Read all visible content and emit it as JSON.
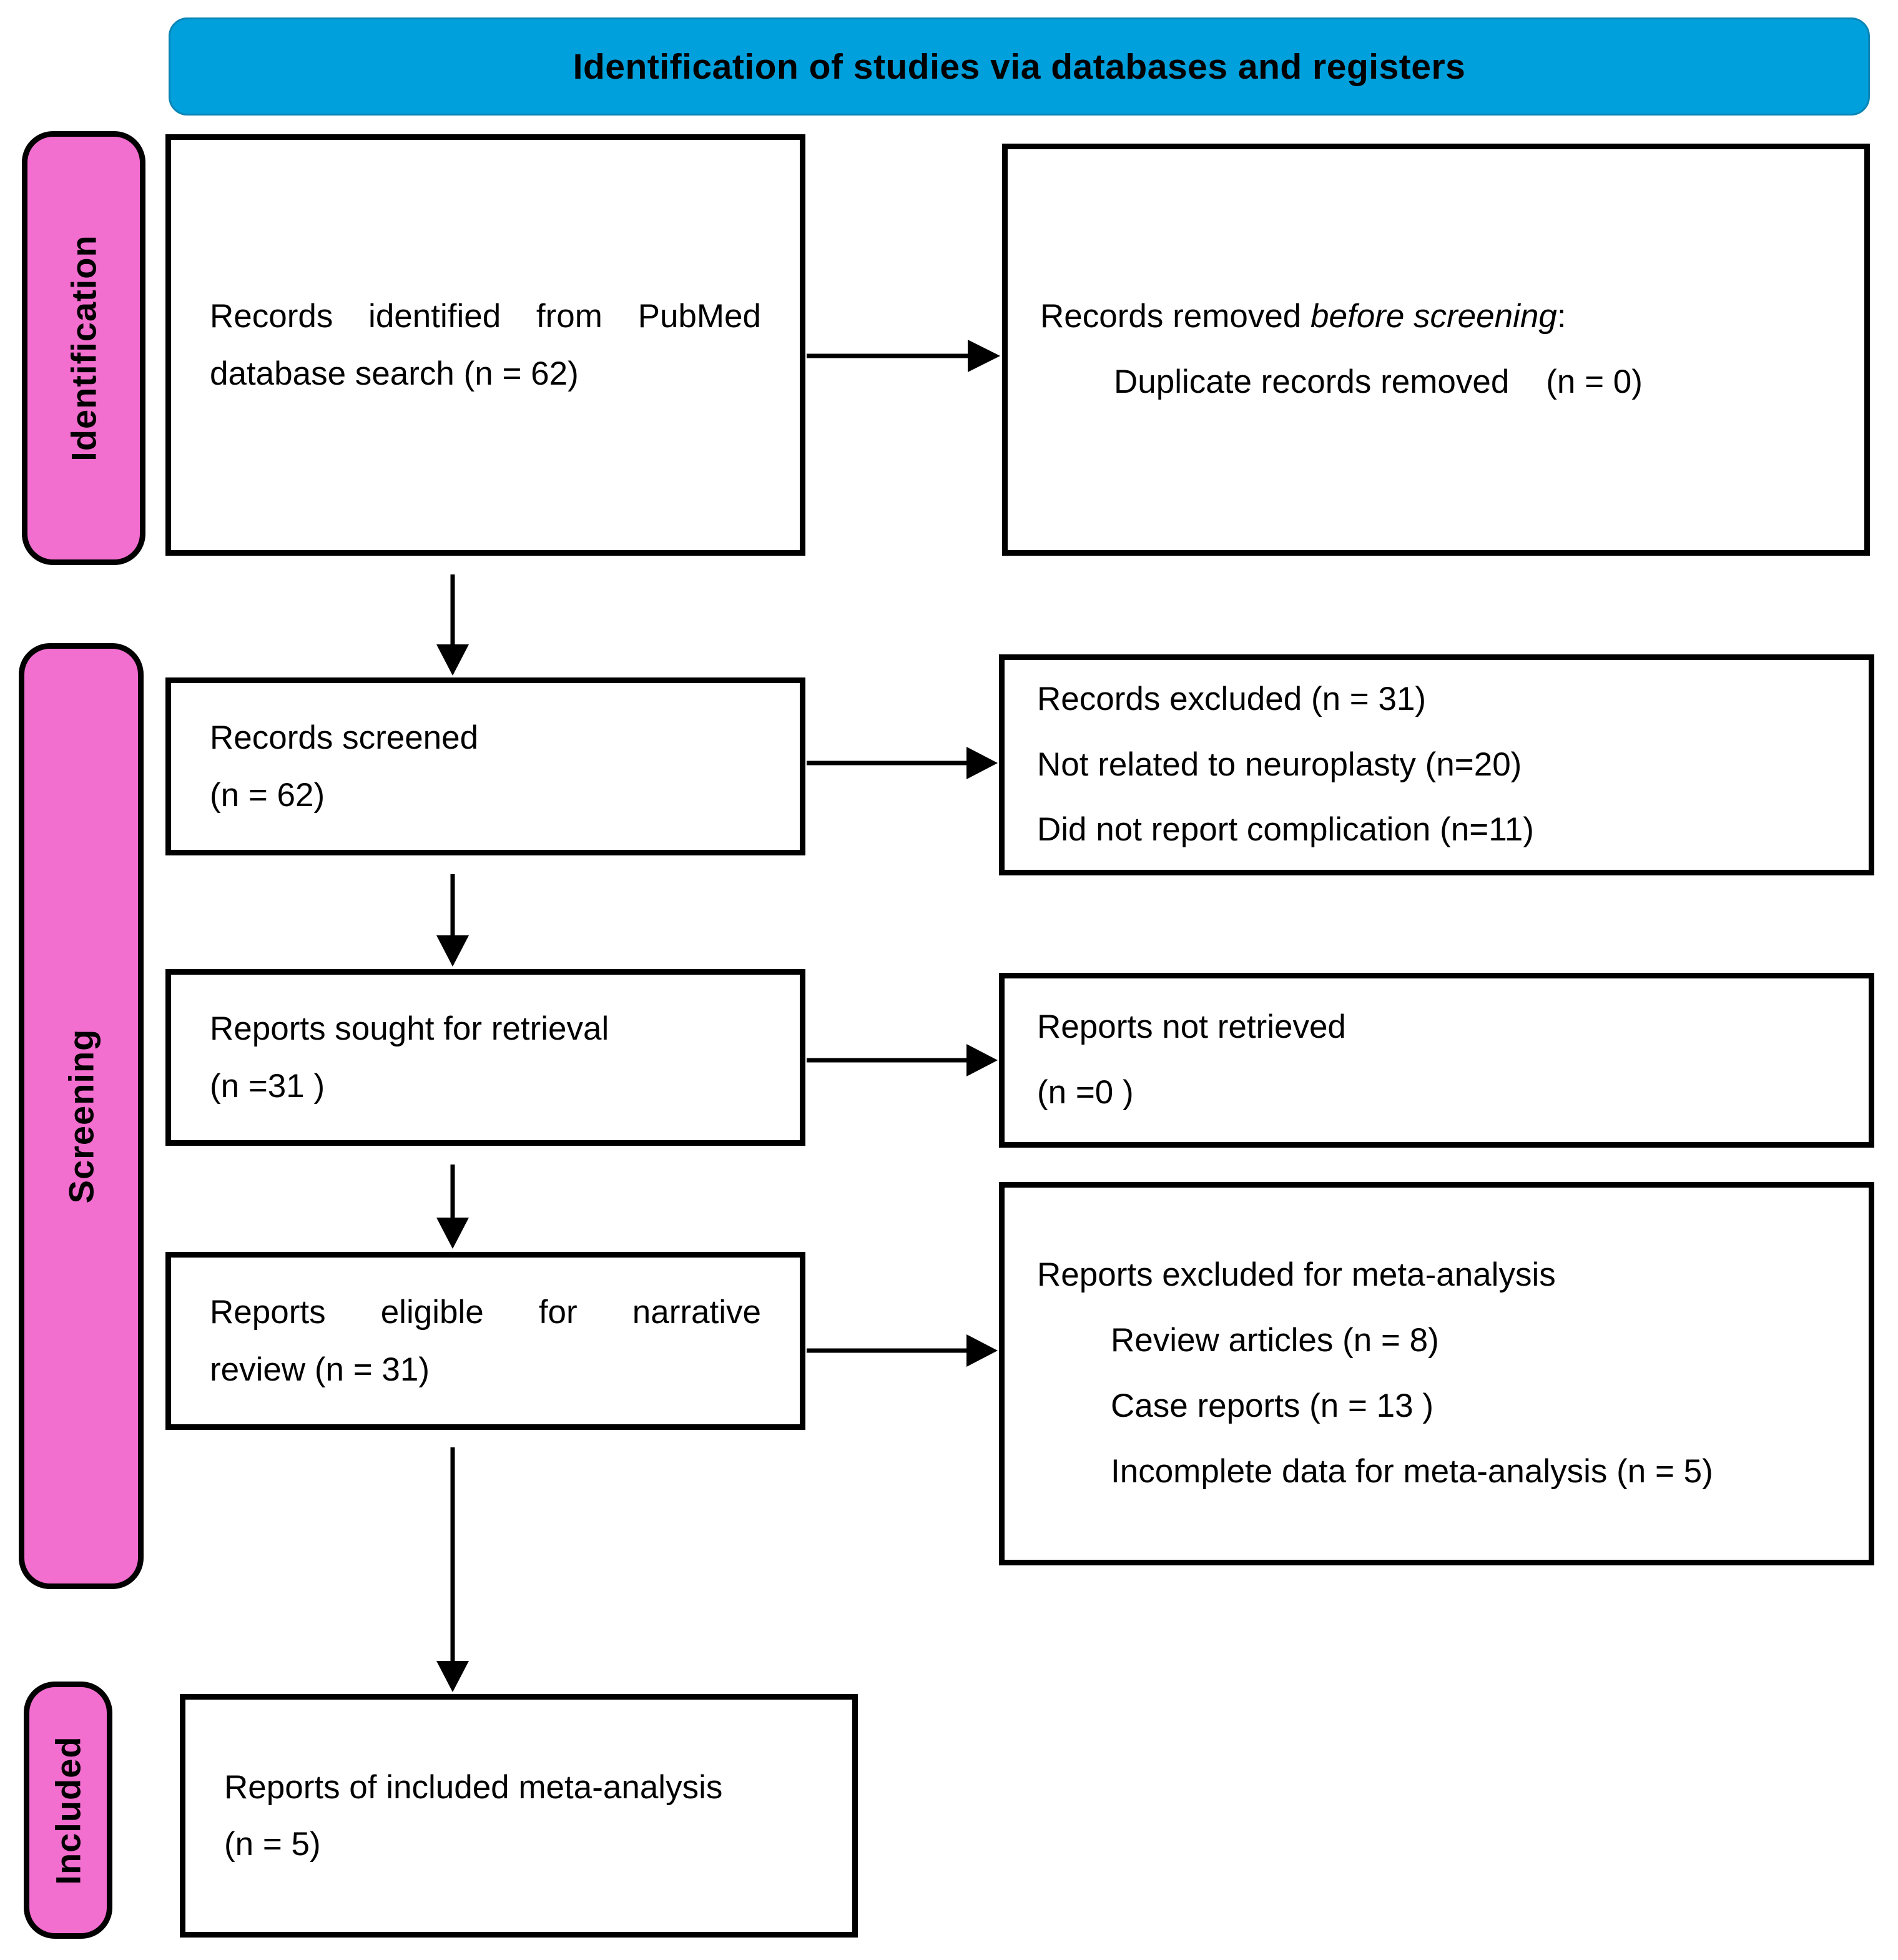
{
  "header": {
    "title": "Identification of studies via databases and registers"
  },
  "sidebar": {
    "stages": [
      {
        "label": "Identification"
      },
      {
        "label": "Screening"
      },
      {
        "label": "Included"
      }
    ]
  },
  "boxes": {
    "identified": {
      "line1": "Records identified from PubMed",
      "line2": "database search (n = 62)"
    },
    "removed": {
      "prefix": "Records removed ",
      "italic": "before screening",
      "suffix": ":",
      "line2": "Duplicate records removed    (n = 0)"
    },
    "screened": {
      "line1": "Records screened",
      "line2": "(n = 62)"
    },
    "excluded": {
      "line1": "Records excluded (n = 31)",
      "line2": "Not related to neuroplasty (n=20)",
      "line3": "Did not report complication (n=11)"
    },
    "sought": {
      "line1": "Reports sought for retrieval",
      "line2": "(n =31 )"
    },
    "not_retrieved": {
      "line1": "Reports not retrieved",
      "line2": "(n =0 )"
    },
    "eligible": {
      "line1": "Reports eligible for narrative",
      "line2": "review (n = 31)"
    },
    "excluded_meta": {
      "line1": "Reports excluded for meta-analysis",
      "line2": "Review articles (n = 8)",
      "line3": "Case reports (n = 13 )",
      "line4": "Incomplete data for meta-analysis (n = 5)"
    },
    "included_meta": {
      "line1": "Reports of included meta-analysis",
      "line2": "(n = 5)"
    }
  },
  "colors": {
    "header_bg": "#00A0DC",
    "header_edge": "#0b85b6",
    "stage_bg": "#F26ECF",
    "box_border": "#000000"
  }
}
